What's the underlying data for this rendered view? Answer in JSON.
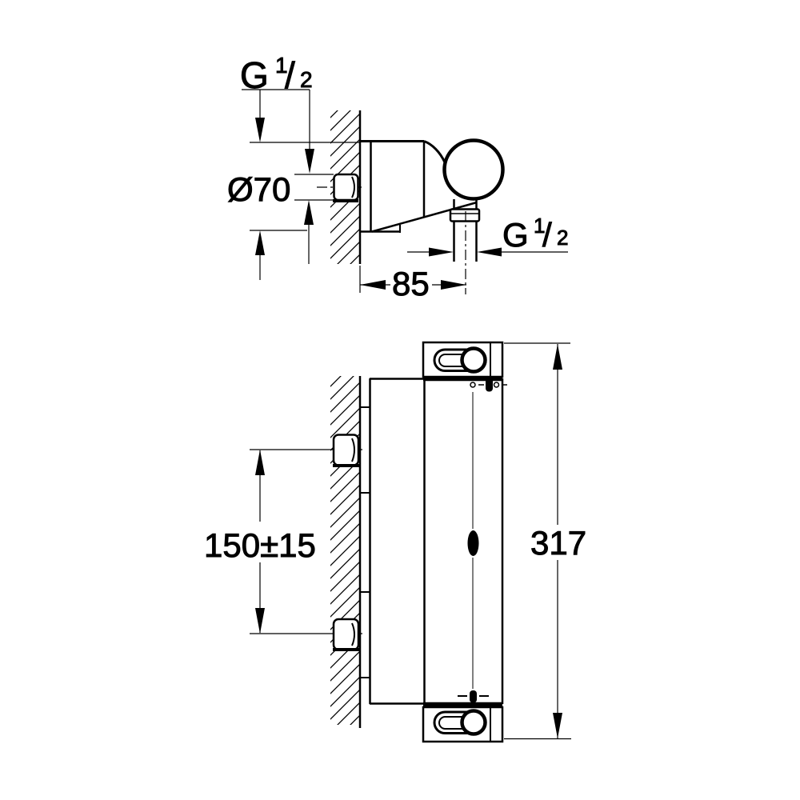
{
  "page": {
    "background": "#ffffff",
    "line_color": "#000000"
  },
  "drawing": {
    "top_view": {
      "labels": {
        "wall_thread": {
          "g": "G",
          "numerator": "1",
          "slash": "/",
          "denominator": "2"
        },
        "flange_diameter": "Ø70",
        "wall_to_outlet": "85",
        "outlet_thread": {
          "g": "G",
          "numerator": "1",
          "slash": "/",
          "denominator": "2"
        }
      }
    },
    "bottom_view": {
      "labels": {
        "inlet_spacing": "150±15",
        "overall_height": "317"
      }
    }
  }
}
